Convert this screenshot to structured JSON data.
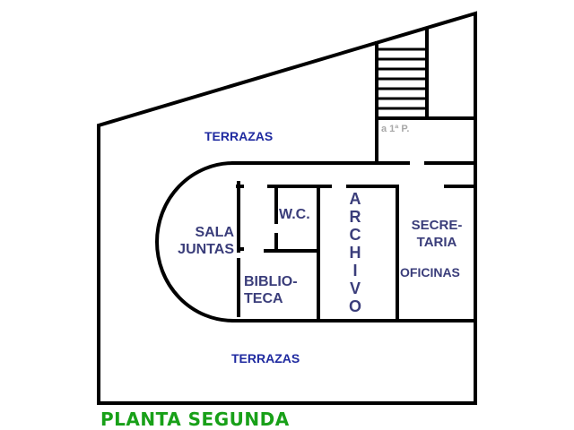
{
  "title": "PLANTA SEGUNDA",
  "colors": {
    "walls": "#000000",
    "room_labels": "#3a3d7a",
    "terrace_labels": "#1f2aa0",
    "title": "#18a018",
    "stairs_note": "#a8a8a8"
  },
  "rooms": {
    "terrazas_top": "TERRAZAS",
    "terrazas_bottom": "TERRAZAS",
    "stairs_note": "a 1ª P.",
    "wc": "W.C.",
    "sala_line1": "SALA",
    "sala_line2": "JUNTAS",
    "biblio_line1": "BIBLIO-",
    "biblio_line2": "TECA",
    "archivo": [
      "A",
      "R",
      "C",
      "H",
      "I",
      "V",
      "O"
    ],
    "secretaria_line1": "SECRE-",
    "secretaria_line2": "TARIA",
    "oficinas": "OFICINAS"
  }
}
